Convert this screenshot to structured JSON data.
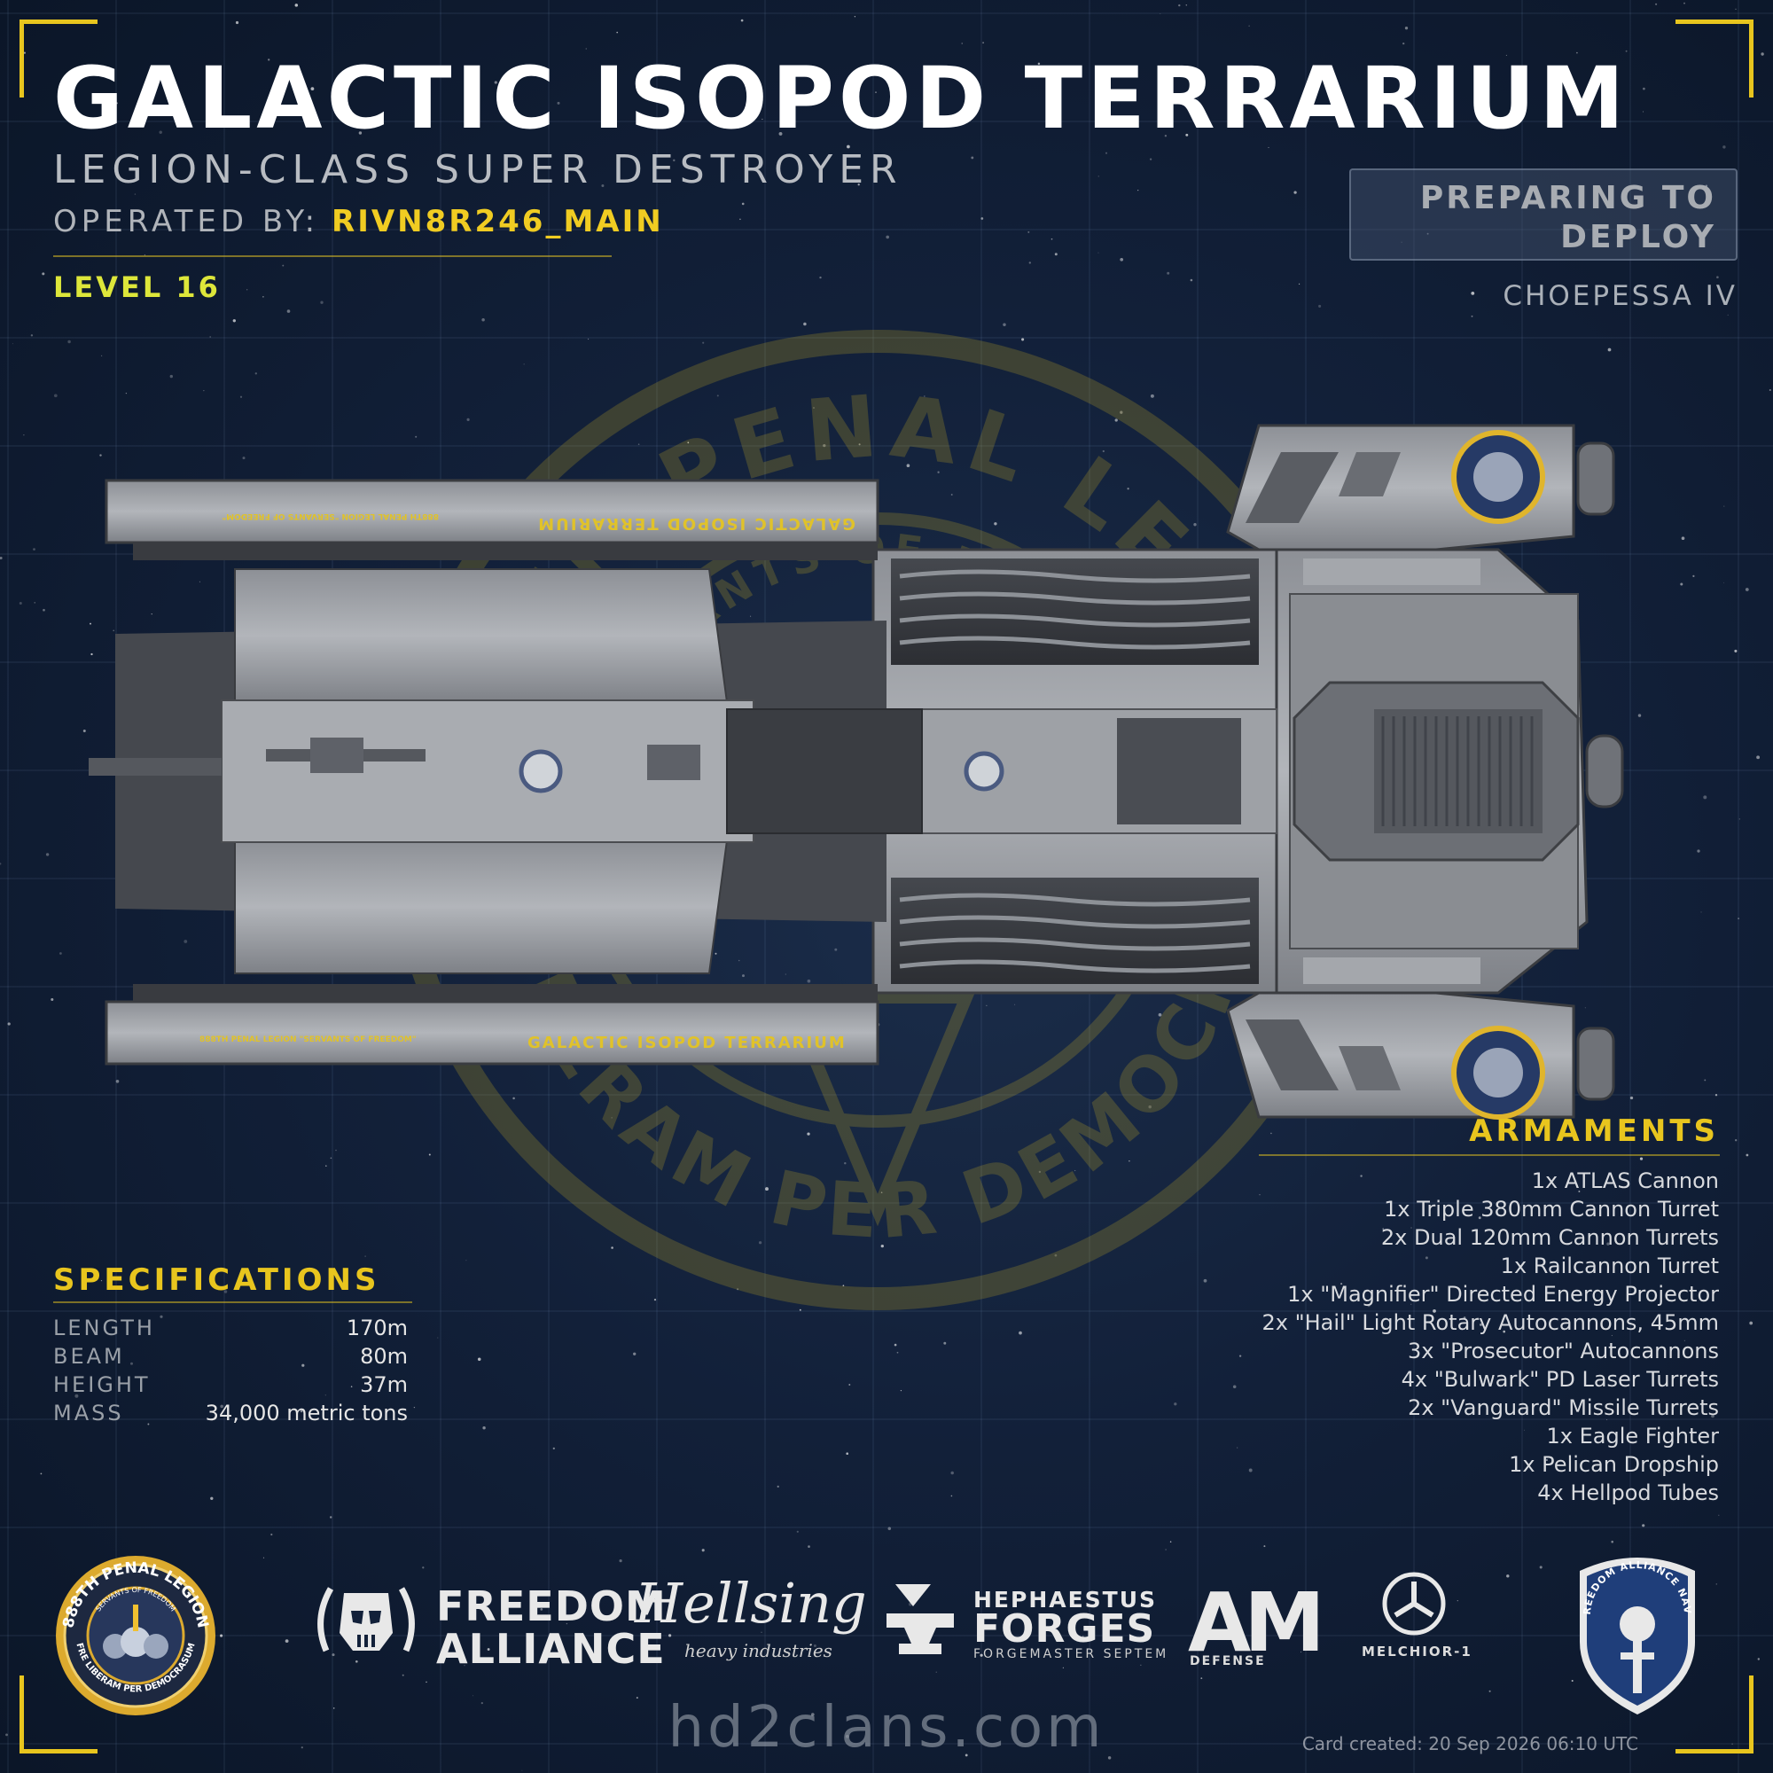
{
  "header": {
    "title": "GALACTIC ISOPOD TERRARIUM",
    "subtitle": "LEGION-CLASS SUPER DESTROYER",
    "operated_by_label": "OPERATED BY:",
    "operator": "RIVN8R246_MAIN",
    "level": "LEVEL 16"
  },
  "status": {
    "line1": "PREPARING TO",
    "line2": "DEPLOY",
    "planet": "CHOEPESSA IV"
  },
  "ship_decals": {
    "hull_name": "GALACTIC ISOPOD TERRARIUM",
    "legion_motto": "888TH PENAL LEGION \"SERVANTS OF FREEDOM\""
  },
  "watermark": {
    "top_text": "888TH PENAL LEGION",
    "inner_text": "SERVANTS OF FREEDOM",
    "bottom_text": "FRE LIBERAM PER DEMOCRASUM"
  },
  "armaments": {
    "title": "ARMAMENTS",
    "items": [
      "1x ATLAS Cannon",
      "1x Triple 380mm Cannon Turret",
      "2x Dual 120mm Cannon Turrets",
      "1x Railcannon Turret",
      "1x \"Magnifier\" Directed Energy Projector",
      "2x \"Hail\" Light Rotary Autocannons, 45mm",
      "3x \"Prosecutor\" Autocannons",
      "4x \"Bulwark\" PD Laser Turrets",
      "2x \"Vanguard\" Missile Turrets",
      "1x Eagle Fighter",
      "1x Pelican Dropship",
      "4x Hellpod Tubes"
    ]
  },
  "specifications": {
    "title": "SPECIFICATIONS",
    "rows": [
      {
        "label": "LENGTH",
        "value": "170m"
      },
      {
        "label": "BEAM",
        "value": "80m"
      },
      {
        "label": "HEIGHT",
        "value": "37m"
      },
      {
        "label": "MASS",
        "value": "34,000 metric tons"
      }
    ]
  },
  "logos": {
    "legion_top": "888TH PENAL LEGION",
    "legion_inner": "SERVANTS OF FREEDOM",
    "legion_bottom": "FRE LIBERAM PER DEMOCRASUM",
    "freedom_alliance_1": "FREEDOM",
    "freedom_alliance_2": "ALLIANCE",
    "hellsing": "Hellsing",
    "hellsing_sub": "heavy industries",
    "hephaestus_1": "HEPHAESTUS",
    "hephaestus_2": "FORGES",
    "hephaestus_sub": "FORGEMASTER SEPTEM",
    "am": "AM",
    "am_sub": "DEFENSE",
    "melchior": "MELCHIOR-1",
    "navy": "FREEDOM ALLIANCE NAVY"
  },
  "footer": {
    "site": "hd2clans.com",
    "created": "Card created: 20 Sep 2026 06:10 UTC"
  },
  "colors": {
    "accent_yellow": "#e8c51e",
    "level_yellow": "#dde63a",
    "background": "#122039"
  }
}
